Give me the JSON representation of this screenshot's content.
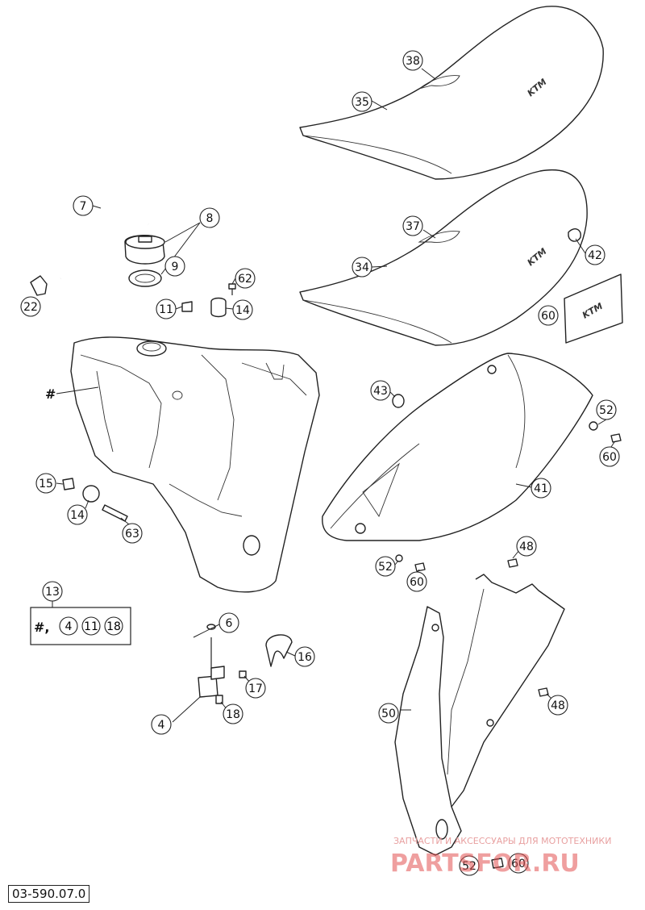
{
  "diagram_code": "03-590.07.0",
  "hash_marker": "#",
  "kit": {
    "number": "13",
    "contents": [
      "#,",
      "4",
      "11",
      "18"
    ]
  },
  "logo_text": "KTM",
  "watermark": {
    "line1": "ЗАПЧАСТИ И АКСЕССУАРЫ ДЛЯ МОТОТЕХНИКИ",
    "line2": "PARTSFOR.RU"
  },
  "callouts": [
    "38",
    "35",
    "37",
    "34",
    "42",
    "60",
    "7",
    "8",
    "9",
    "22",
    "62",
    "11",
    "14",
    "43",
    "52",
    "60",
    "41",
    "15",
    "14",
    "63",
    "48",
    "52",
    "60",
    "6",
    "16",
    "17",
    "4",
    "18",
    "48",
    "50",
    "52",
    "60"
  ]
}
